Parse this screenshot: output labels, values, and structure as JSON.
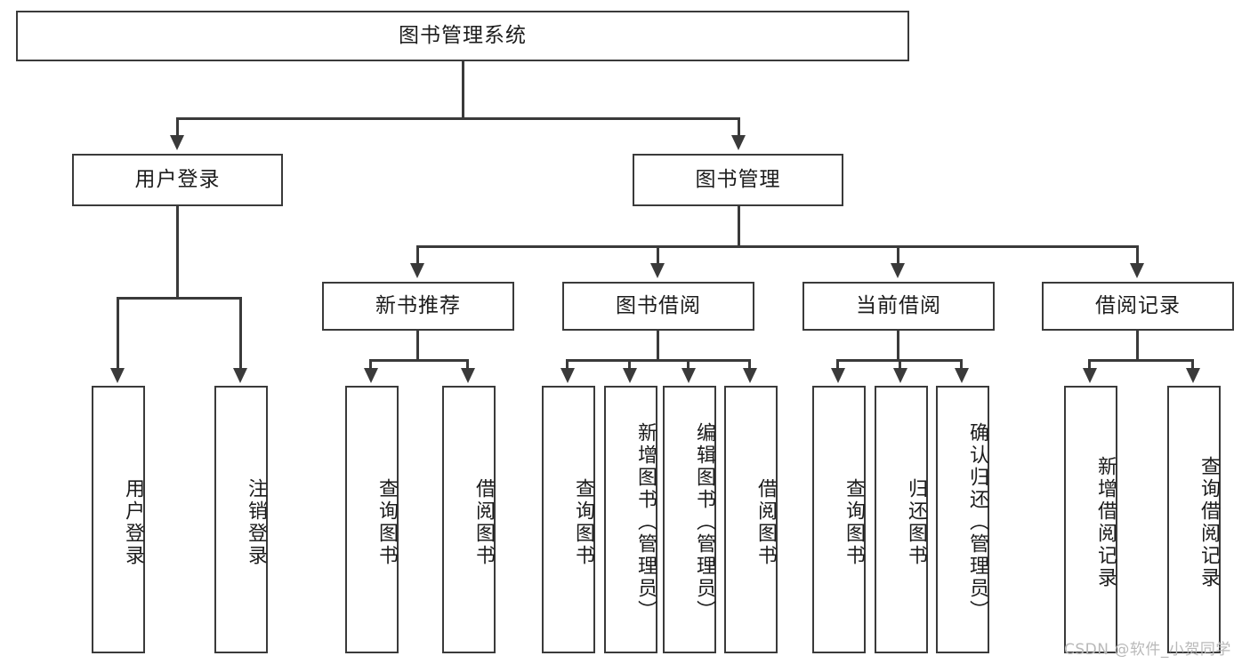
{
  "diagram": {
    "title": "图书管理系统",
    "root": {
      "label": "图书管理系统"
    },
    "level2": [
      {
        "label": "用户登录"
      },
      {
        "label": "图书管理"
      }
    ],
    "level3": [
      {
        "label": "新书推荐"
      },
      {
        "label": "图书借阅"
      },
      {
        "label": "当前借阅"
      },
      {
        "label": "借阅记录"
      }
    ],
    "leaves": {
      "user_login": [
        {
          "label": "用户登录"
        },
        {
          "label": "注销登录"
        }
      ],
      "new_book_recommend": [
        {
          "label": "查询图书"
        },
        {
          "label": "借阅图书"
        }
      ],
      "book_borrow": [
        {
          "label": "查询图书"
        },
        {
          "label": "新增图书（管理员）"
        },
        {
          "label": "编辑图书（管理员）"
        },
        {
          "label": "借阅图书"
        }
      ],
      "current_borrow": [
        {
          "label": "查询图书"
        },
        {
          "label": "归还图书"
        },
        {
          "label": "确认归还（管理员）"
        }
      ],
      "borrow_record": [
        {
          "label": "新增借阅记录"
        },
        {
          "label": "查询借阅记录"
        }
      ]
    }
  },
  "watermark": {
    "text": "CSDN @软件_小贺同学"
  },
  "colors": {
    "stroke": "#3a3a3a",
    "text": "#1c1c1c",
    "background": "#ffffff",
    "watermark": "#b9b9b9"
  }
}
